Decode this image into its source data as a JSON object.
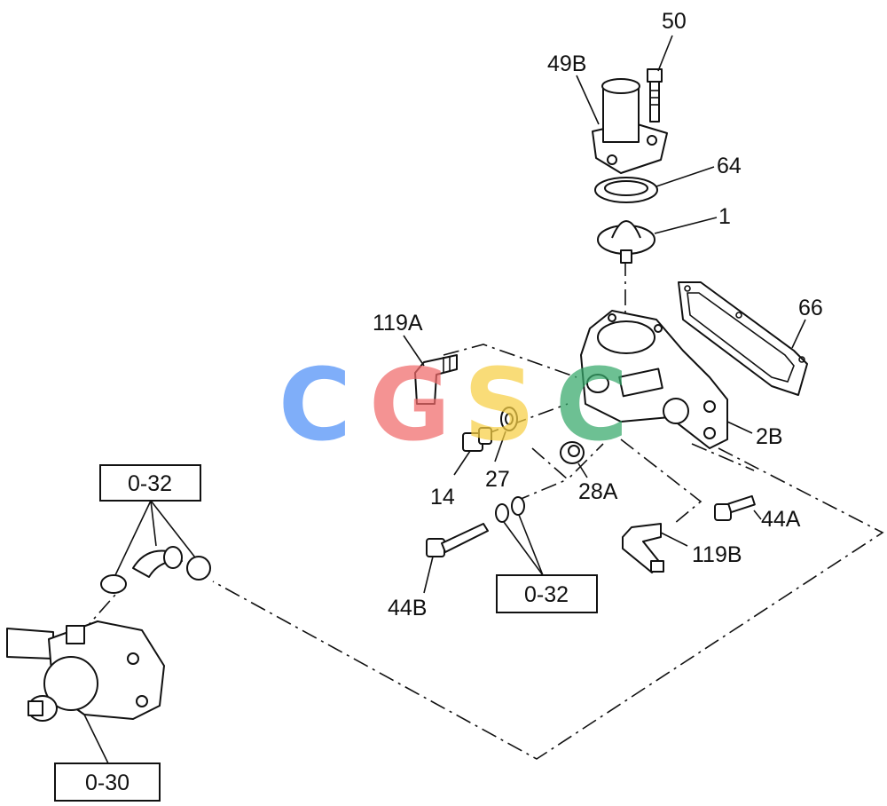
{
  "labels": {
    "p50": "50",
    "p49b": "49B",
    "p64": "64",
    "p1": "1",
    "p66": "66",
    "p119a": "119A",
    "p2b": "2B",
    "p14": "14",
    "p27": "27",
    "p28a": "28A",
    "p44a": "44A",
    "p119b": "119B",
    "p44b": "44B"
  },
  "refs": {
    "ref_hoses": "0-32",
    "ref_clips": "0-32",
    "ref_pump": "0-30"
  },
  "watermark": {
    "letters": [
      "C",
      "G",
      "S",
      "C"
    ],
    "colors": [
      "#4f8ff7",
      "#f06a6a",
      "#f7cf45",
      "#36a86a"
    ]
  }
}
